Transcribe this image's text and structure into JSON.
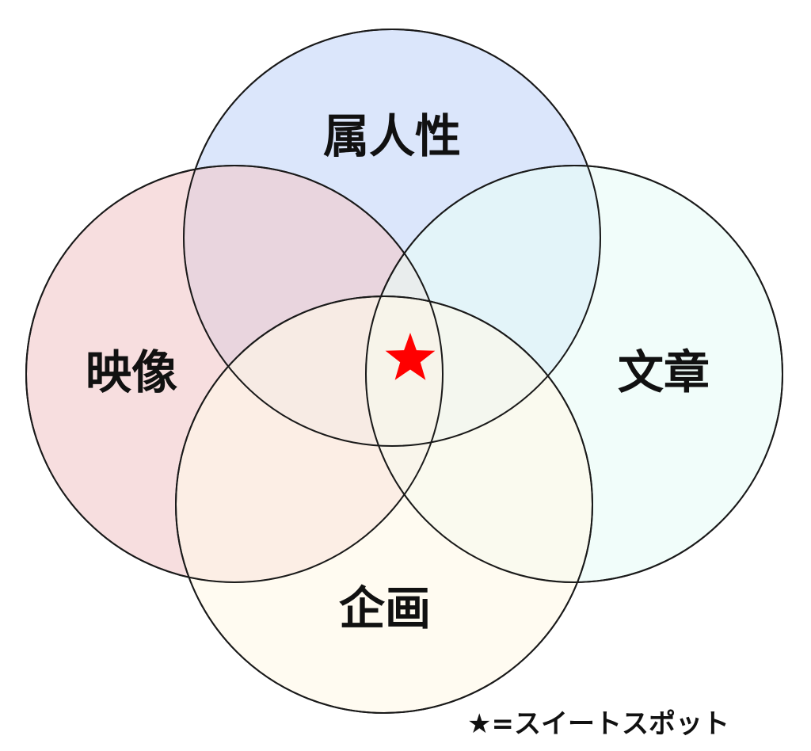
{
  "diagram": {
    "sets": [
      {
        "id": "zokujinsei",
        "label": "属人性",
        "color": "#dbe6fb"
      },
      {
        "id": "eizo",
        "label": "映像",
        "color": "#f2c9cb"
      },
      {
        "id": "bunsho",
        "label": "文章",
        "color": "#e8fcf7"
      },
      {
        "id": "kikaku",
        "label": "企画",
        "color": "#fff8e9"
      }
    ],
    "sweet_spot": {
      "marker": "★",
      "color": "#ff0000"
    },
    "legend": {
      "text": "★=スイートスポット"
    }
  }
}
